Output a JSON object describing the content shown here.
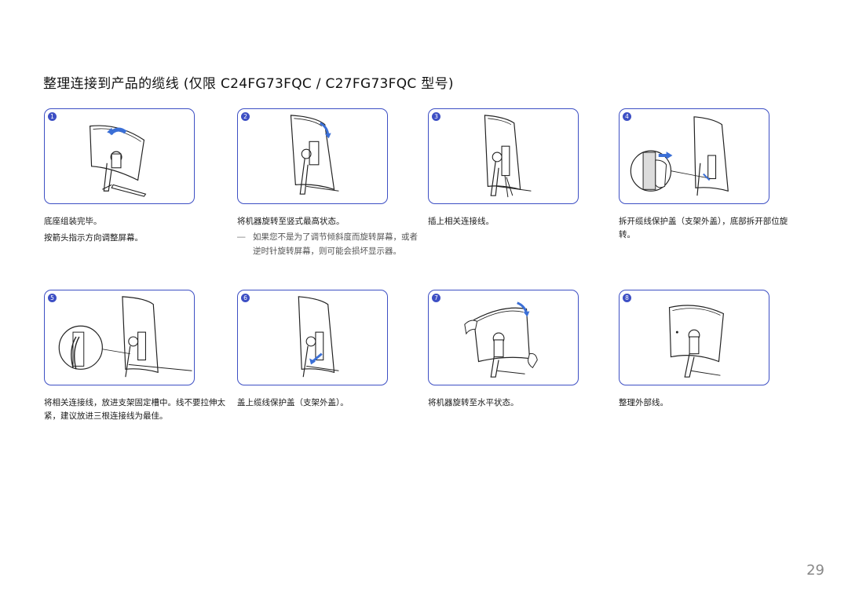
{
  "page": {
    "title": "整理连接到产品的缆线 (仅限 C24FG73FQC / C27FG73FQC 型号)",
    "page_number": "29"
  },
  "steps": [
    {
      "number": "1",
      "lines": [
        "底座组装完毕。",
        "按箭头指示方向调整屏幕。"
      ],
      "note": ""
    },
    {
      "number": "2",
      "lines": [
        "将机器旋转至竖式最高状态。"
      ],
      "note_mark": "―",
      "note": "如果您不是为了调节倾斜度而旋转屏幕，或者逆时针旋转屏幕，则可能会损坏显示器。"
    },
    {
      "number": "3",
      "lines": [
        "插上相关连接线。"
      ],
      "note": ""
    },
    {
      "number": "4",
      "lines": [
        "拆开缆线保护盖（支架外盖），底部拆开部位旋转。"
      ],
      "note": ""
    },
    {
      "number": "5",
      "lines": [
        "将相关连接线，放进支架固定槽中。线不要拉伸太紧，建议放进三根连接线为最佳。"
      ],
      "note": ""
    },
    {
      "number": "6",
      "lines": [
        "盖上缆线保护盖（支架外盖）。"
      ],
      "note": ""
    },
    {
      "number": "7",
      "lines": [
        "将机器旋转至水平状态。"
      ],
      "note": ""
    },
    {
      "number": "8",
      "lines": [
        "整理外部线。"
      ],
      "note": ""
    }
  ],
  "colors": {
    "accent": "#3d4fc4",
    "arrow": "#3b6fd6",
    "line": "#222222"
  }
}
